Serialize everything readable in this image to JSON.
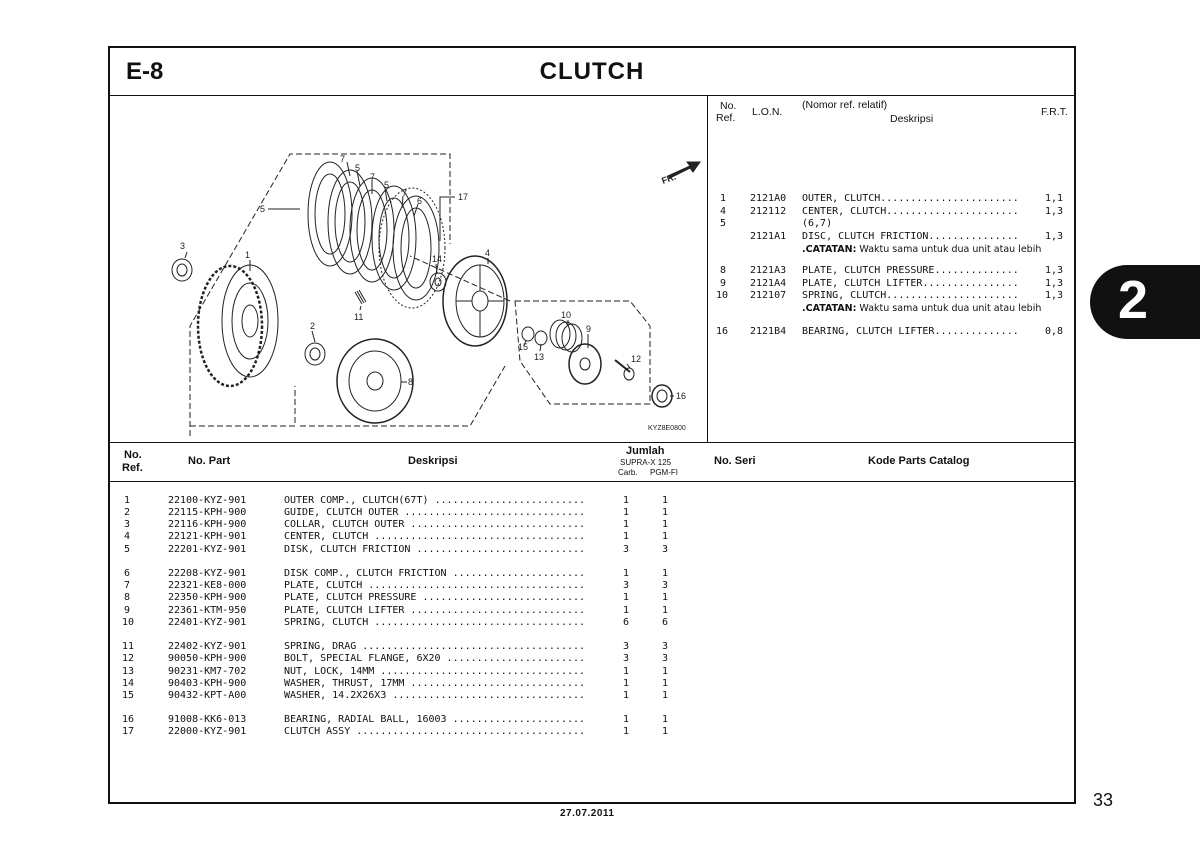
{
  "header": {
    "section_code": "E-8",
    "title": "CLUTCH"
  },
  "diagram": {
    "fr_label": "FR.",
    "drawing_code": "KYZ8E0800",
    "callouts": [
      "7",
      "5",
      "7",
      "5",
      "7",
      "6",
      "17",
      "5",
      "3",
      "1",
      "14",
      "4",
      "11",
      "2",
      "10",
      "9",
      "15",
      "13",
      "12",
      "8",
      "16"
    ]
  },
  "ref_panel": {
    "headers": {
      "no_ref_line1": "No.",
      "no_ref_line2": "Ref.",
      "lon": "L.O.N.",
      "nomor_ref": "(Nomor ref. relatif)",
      "deskripsi": "Deskripsi",
      "frt": "F.R.T."
    },
    "rows": [
      {
        "ref": "1",
        "lon": "2121A0",
        "desc": "OUTER, CLUTCH.......................",
        "frt": "1,1"
      },
      {
        "ref": "4",
        "lon": "212112",
        "desc": "CENTER, CLUTCH......................",
        "frt": "1,3"
      },
      {
        "ref": "5",
        "lon": "",
        "desc": "(6,7)",
        "frt": ""
      },
      {
        "ref": "",
        "lon": "2121A1",
        "desc": "DISC, CLUTCH FRICTION...............",
        "frt": "1,3"
      },
      {
        "ref": "8",
        "lon": "2121A3",
        "desc": "PLATE, CLUTCH PRESSURE..............",
        "frt": "1,3"
      },
      {
        "ref": "9",
        "lon": "2121A4",
        "desc": "PLATE, CLUTCH LIFTER................",
        "frt": "1,3"
      },
      {
        "ref": "10",
        "lon": "212107",
        "desc": "SPRING, CLUTCH......................",
        "frt": "1,3"
      },
      {
        "ref": "16",
        "lon": "2121B4",
        "desc": "BEARING, CLUTCH LIFTER..............",
        "frt": "0,8"
      }
    ],
    "notes": [
      {
        "label": ".CATATAN:",
        "text": " Waktu sama untuk dua unit atau lebih"
      },
      {
        "label": ".CATATAN:",
        "text": " Waktu sama untuk dua unit atau lebih"
      }
    ]
  },
  "parts_table": {
    "headers": {
      "no_ref_line1": "No.",
      "no_ref_line2": "Ref.",
      "no_part": "No. Part",
      "deskripsi": "Deskripsi",
      "jumlah": "Jumlah",
      "model": "SUPRA-X 125",
      "carb": "Carb.",
      "pgmfi": "PGM-FI",
      "no_seri": "No. Seri",
      "kode": "Kode Parts Catalog"
    },
    "rows": [
      {
        "ref": "1",
        "part": "22100-KYZ-901",
        "desc": "OUTER COMP., CLUTCH(67T) .........................",
        "carb": "1",
        "pgmfi": "1"
      },
      {
        "ref": "2",
        "part": "22115-KPH-900",
        "desc": "GUIDE, CLUTCH OUTER ..............................",
        "carb": "1",
        "pgmfi": "1"
      },
      {
        "ref": "3",
        "part": "22116-KPH-900",
        "desc": "COLLAR, CLUTCH OUTER .............................",
        "carb": "1",
        "pgmfi": "1"
      },
      {
        "ref": "4",
        "part": "22121-KPH-901",
        "desc": "CENTER, CLUTCH ...................................",
        "carb": "1",
        "pgmfi": "1"
      },
      {
        "ref": "5",
        "part": "22201-KYZ-901",
        "desc": "DISK, CLUTCH FRICTION ............................",
        "carb": "3",
        "pgmfi": "3"
      },
      {
        "ref": "6",
        "part": "22208-KYZ-901",
        "desc": "DISK COMP., CLUTCH FRICTION ......................",
        "carb": "1",
        "pgmfi": "1"
      },
      {
        "ref": "7",
        "part": "22321-KE8-000",
        "desc": "PLATE, CLUTCH ....................................",
        "carb": "3",
        "pgmfi": "3"
      },
      {
        "ref": "8",
        "part": "22350-KPH-900",
        "desc": "PLATE, CLUTCH PRESSURE ...........................",
        "carb": "1",
        "pgmfi": "1"
      },
      {
        "ref": "9",
        "part": "22361-KTM-950",
        "desc": "PLATE, CLUTCH LIFTER .............................",
        "carb": "1",
        "pgmfi": "1"
      },
      {
        "ref": "10",
        "part": "22401-KYZ-901",
        "desc": "SPRING, CLUTCH ...................................",
        "carb": "6",
        "pgmfi": "6"
      },
      {
        "ref": "11",
        "part": "22402-KYZ-901",
        "desc": "SPRING, DRAG .....................................",
        "carb": "3",
        "pgmfi": "3"
      },
      {
        "ref": "12",
        "part": "90050-KPH-900",
        "desc": "BOLT, SPECIAL FLANGE, 6X20 .......................",
        "carb": "3",
        "pgmfi": "3"
      },
      {
        "ref": "13",
        "part": "90231-KM7-702",
        "desc": "NUT, LOCK, 14MM ..................................",
        "carb": "1",
        "pgmfi": "1"
      },
      {
        "ref": "14",
        "part": "90403-KPH-900",
        "desc": "WASHER, THRUST, 17MM .............................",
        "carb": "1",
        "pgmfi": "1"
      },
      {
        "ref": "15",
        "part": "90432-KPT-A00",
        "desc": "WASHER, 14.2X26X3 ................................",
        "carb": "1",
        "pgmfi": "1"
      },
      {
        "ref": "16",
        "part": "91008-KK6-013",
        "desc": "BEARING, RADIAL BALL, 16003 ......................",
        "carb": "1",
        "pgmfi": "1"
      },
      {
        "ref": "17",
        "part": "22000-KYZ-901",
        "desc": "CLUTCH ASSY ......................................",
        "carb": "1",
        "pgmfi": "1"
      }
    ]
  },
  "chapter_tab": "2",
  "page_number": "33",
  "print_date": "27.07.2011"
}
